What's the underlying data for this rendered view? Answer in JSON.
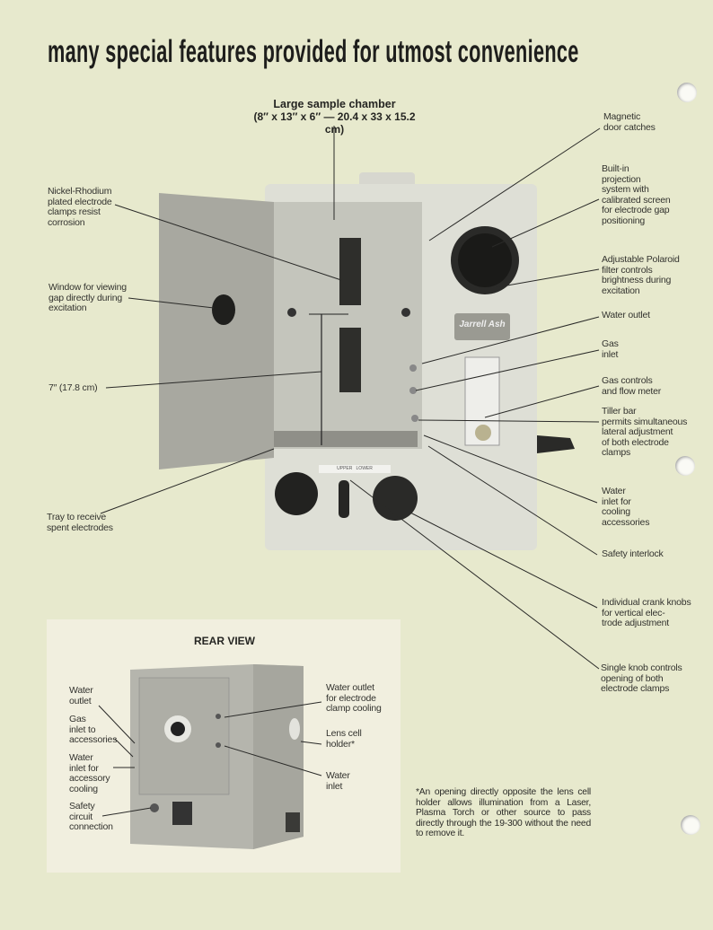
{
  "title": "many special features provided for utmost convenience",
  "chamber": {
    "heading": "Large sample chamber",
    "dimensions": "(8″ x 13″ x 6″ — 20.4 x 33 x 15.2 cm)"
  },
  "left_callouts": [
    "Nickel-Rhodium\nplated electrode\nclamps resist\ncorrosion",
    "Window for viewing\ngap directly during\nexcitation",
    "7″ (17.8 cm)",
    "Tray to receive\nspent electrodes"
  ],
  "right_callouts": [
    "Magnetic\ndoor catches",
    "Built-in\nprojection\nsystem with\ncalibrated screen\nfor electrode gap\npositioning",
    "Adjustable Polaroid\nfilter controls\nbrightness during\nexcitation",
    "Water outlet",
    "Gas\ninlet",
    "Gas controls\nand flow meter",
    "Tiller bar\npermits simultaneous\nlateral adjustment\nof both electrode\nclamps",
    "Water\ninlet for\ncooling\naccessories",
    "Safety interlock",
    "Individual crank knobs\nfor vertical elec-\ntrode adjustment",
    "Single knob controls\nopening of both\nelectrode clamps"
  ],
  "machine": {
    "logo": "Jarrell Ash",
    "panel_label": "UPPER   LOWER"
  },
  "rear_view": {
    "heading": "REAR VIEW",
    "left_callouts": [
      "Water\noutlet",
      "Gas\ninlet to\naccessories",
      "Water\ninlet for\naccessory\ncooling",
      "Safety\ncircuit\nconnection"
    ],
    "right_callouts": [
      "Water outlet\nfor electrode\nclamp cooling",
      "Lens cell\nholder*",
      "Water\ninlet"
    ]
  },
  "footnote": "*An opening directly opposite the lens cell holder allows illumination from a Laser, Plasma Torch or other source to pass directly through the 19-300 without the need to remove it."
}
